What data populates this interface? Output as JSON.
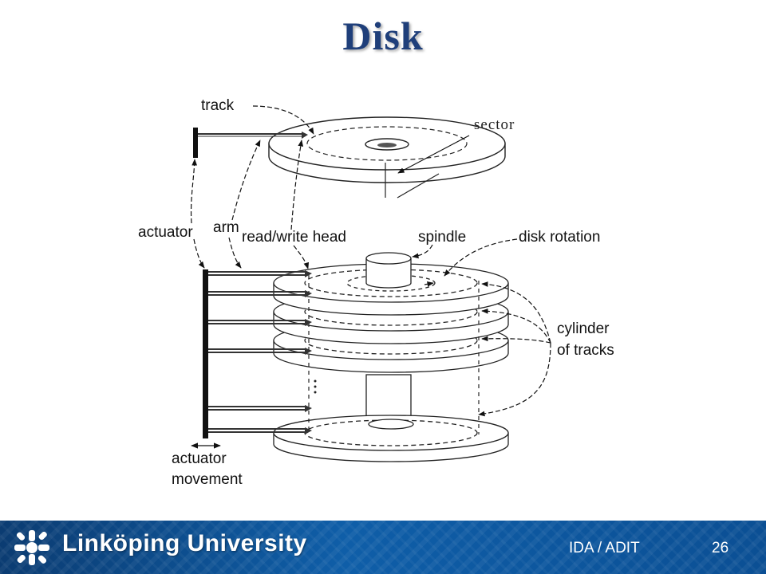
{
  "title": "Disk",
  "diagram": {
    "labels": {
      "track": "track",
      "sector": "sector",
      "actuator": "actuator",
      "arm": "arm",
      "read_write_head": "read/write head",
      "spindle": "spindle",
      "disk_rotation": "disk rotation",
      "cylinder_line1": "cylinder",
      "cylinder_line2": "of tracks",
      "actuator_movement_line1": "actuator",
      "actuator_movement_line2": "movement"
    }
  },
  "footer": {
    "university": "Linköping University",
    "course": "IDA / ADIT",
    "page_number": "26",
    "colors": {
      "band": "#0f5ea8",
      "text": "#ffffff"
    }
  }
}
